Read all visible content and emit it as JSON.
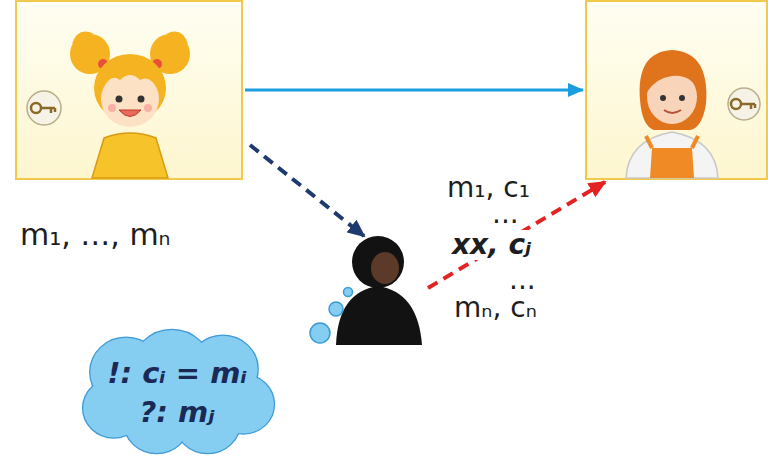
{
  "diagram": {
    "nodes": [
      {
        "text": [
          "m₁, …, mₙ"
        ]
      },
      {
        "text": [
          "m₁, c₁",
          "...",
          "xx, cⱼ",
          "...",
          "mₙ, cₙ"
        ]
      },
      {
        "text": [
          "!: cᵢ = mᵢ",
          "?: mⱼ"
        ]
      }
    ],
    "edges": [
      {
        "from": 0,
        "to": 1,
        "arrow": "to"
      }
    ]
  }
}
